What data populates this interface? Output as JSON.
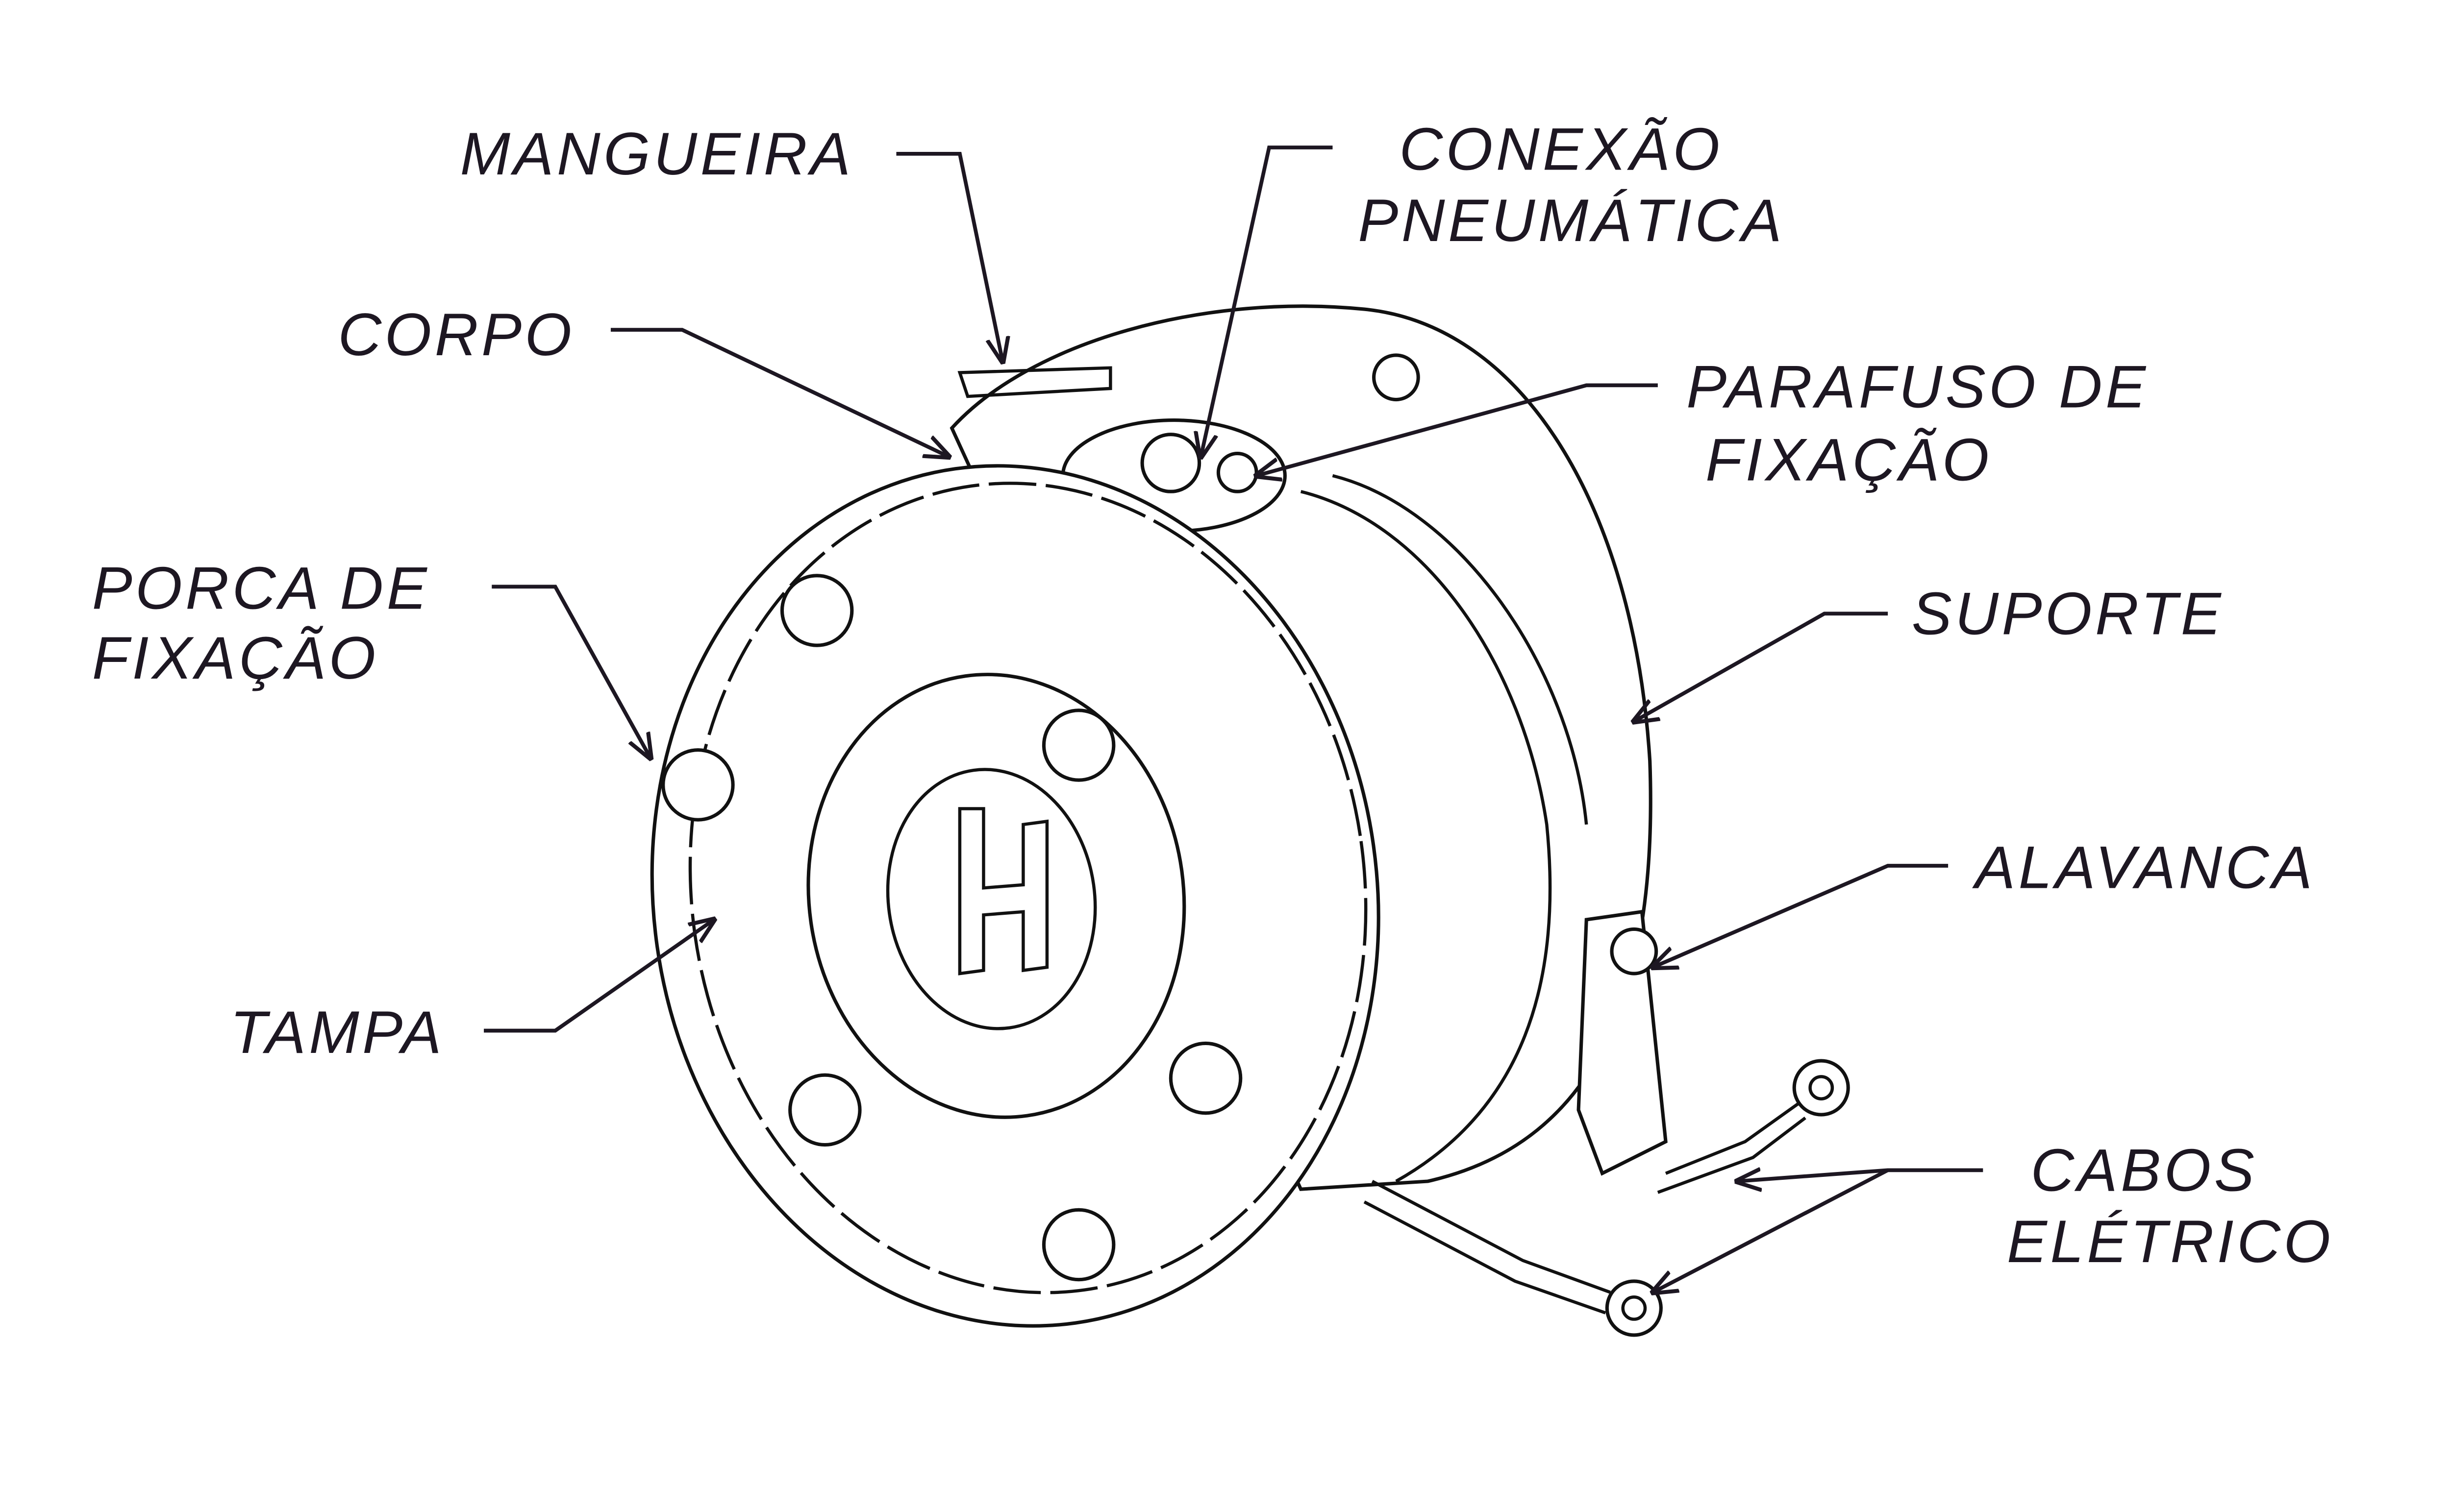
{
  "labels": {
    "mangueira": "MANGUEIRA",
    "conexao_line1": "CONEXÃO",
    "conexao_line2": "PNEUMÁTICA",
    "corpo": "CORPO",
    "parafuso_line1": "PARAFUSO DE",
    "parafuso_line2": "FIXAÇÃO",
    "suporte": "SUPORTE",
    "porca_line1": "PORCA DE",
    "porca_line2": "FIXAÇÃO",
    "alavanca": "ALAVANCA",
    "tampa": "TAMPA",
    "cabos_line1": "CABOS",
    "cabos_line2": "ELÉTRICO"
  }
}
